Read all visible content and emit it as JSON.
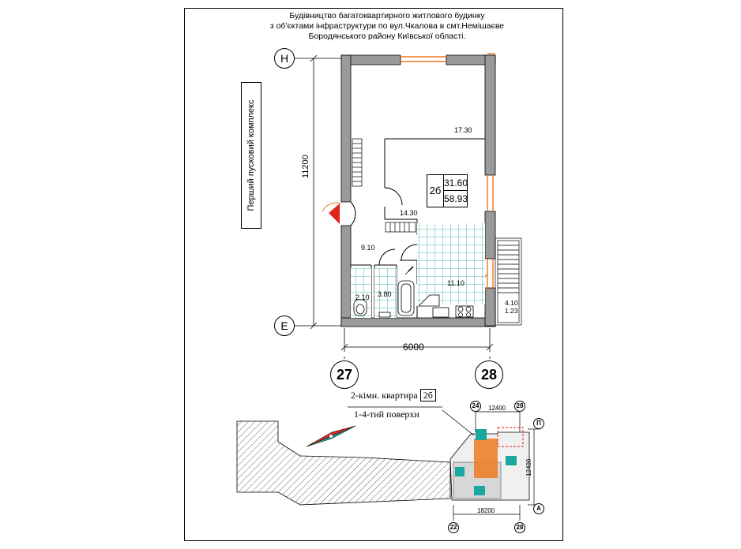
{
  "title": {
    "line1": "Будівництво багатоквартирного житлового будинку",
    "line2": "з об'єктами інфраструктури по вул.Чкалова в смт.Немішаєве",
    "line3": "Бородянського району  Київської області."
  },
  "complex_label": "Перший пусковий комплекс",
  "apartment": {
    "number": "2б",
    "living_area": "31.60",
    "total_area": "58.93"
  },
  "rooms": {
    "room_large": "17.30",
    "room_small": "14.30",
    "hall": "9.10",
    "wc": "2.10",
    "bath": "3.80",
    "kitchen": "11.10",
    "balcony_1": "4.10",
    "balcony_2": "1.23"
  },
  "dimensions": {
    "height": "11200",
    "width": "6000",
    "key_width_top": "12400",
    "key_width_bottom": "18200",
    "key_height": "12400"
  },
  "axes": {
    "top": "Н",
    "bottom": "Е",
    "left": "27",
    "right": "28"
  },
  "key_axes": {
    "top_left": "24",
    "top_right": "28",
    "right_top": "П",
    "right_bottom": "А",
    "bottom_left": "22",
    "bottom_right": "28"
  },
  "info": {
    "type_label": "2-кімн. квартира",
    "type_code": "2б",
    "floors": "1-4-тий поверхи"
  },
  "colors": {
    "wall": "#9a9a9a",
    "tile": "#1aa7a0",
    "window": "#f07a20",
    "entry": "#e0231c",
    "key_orange": "#f07a20",
    "key_red": "#e0231c"
  }
}
